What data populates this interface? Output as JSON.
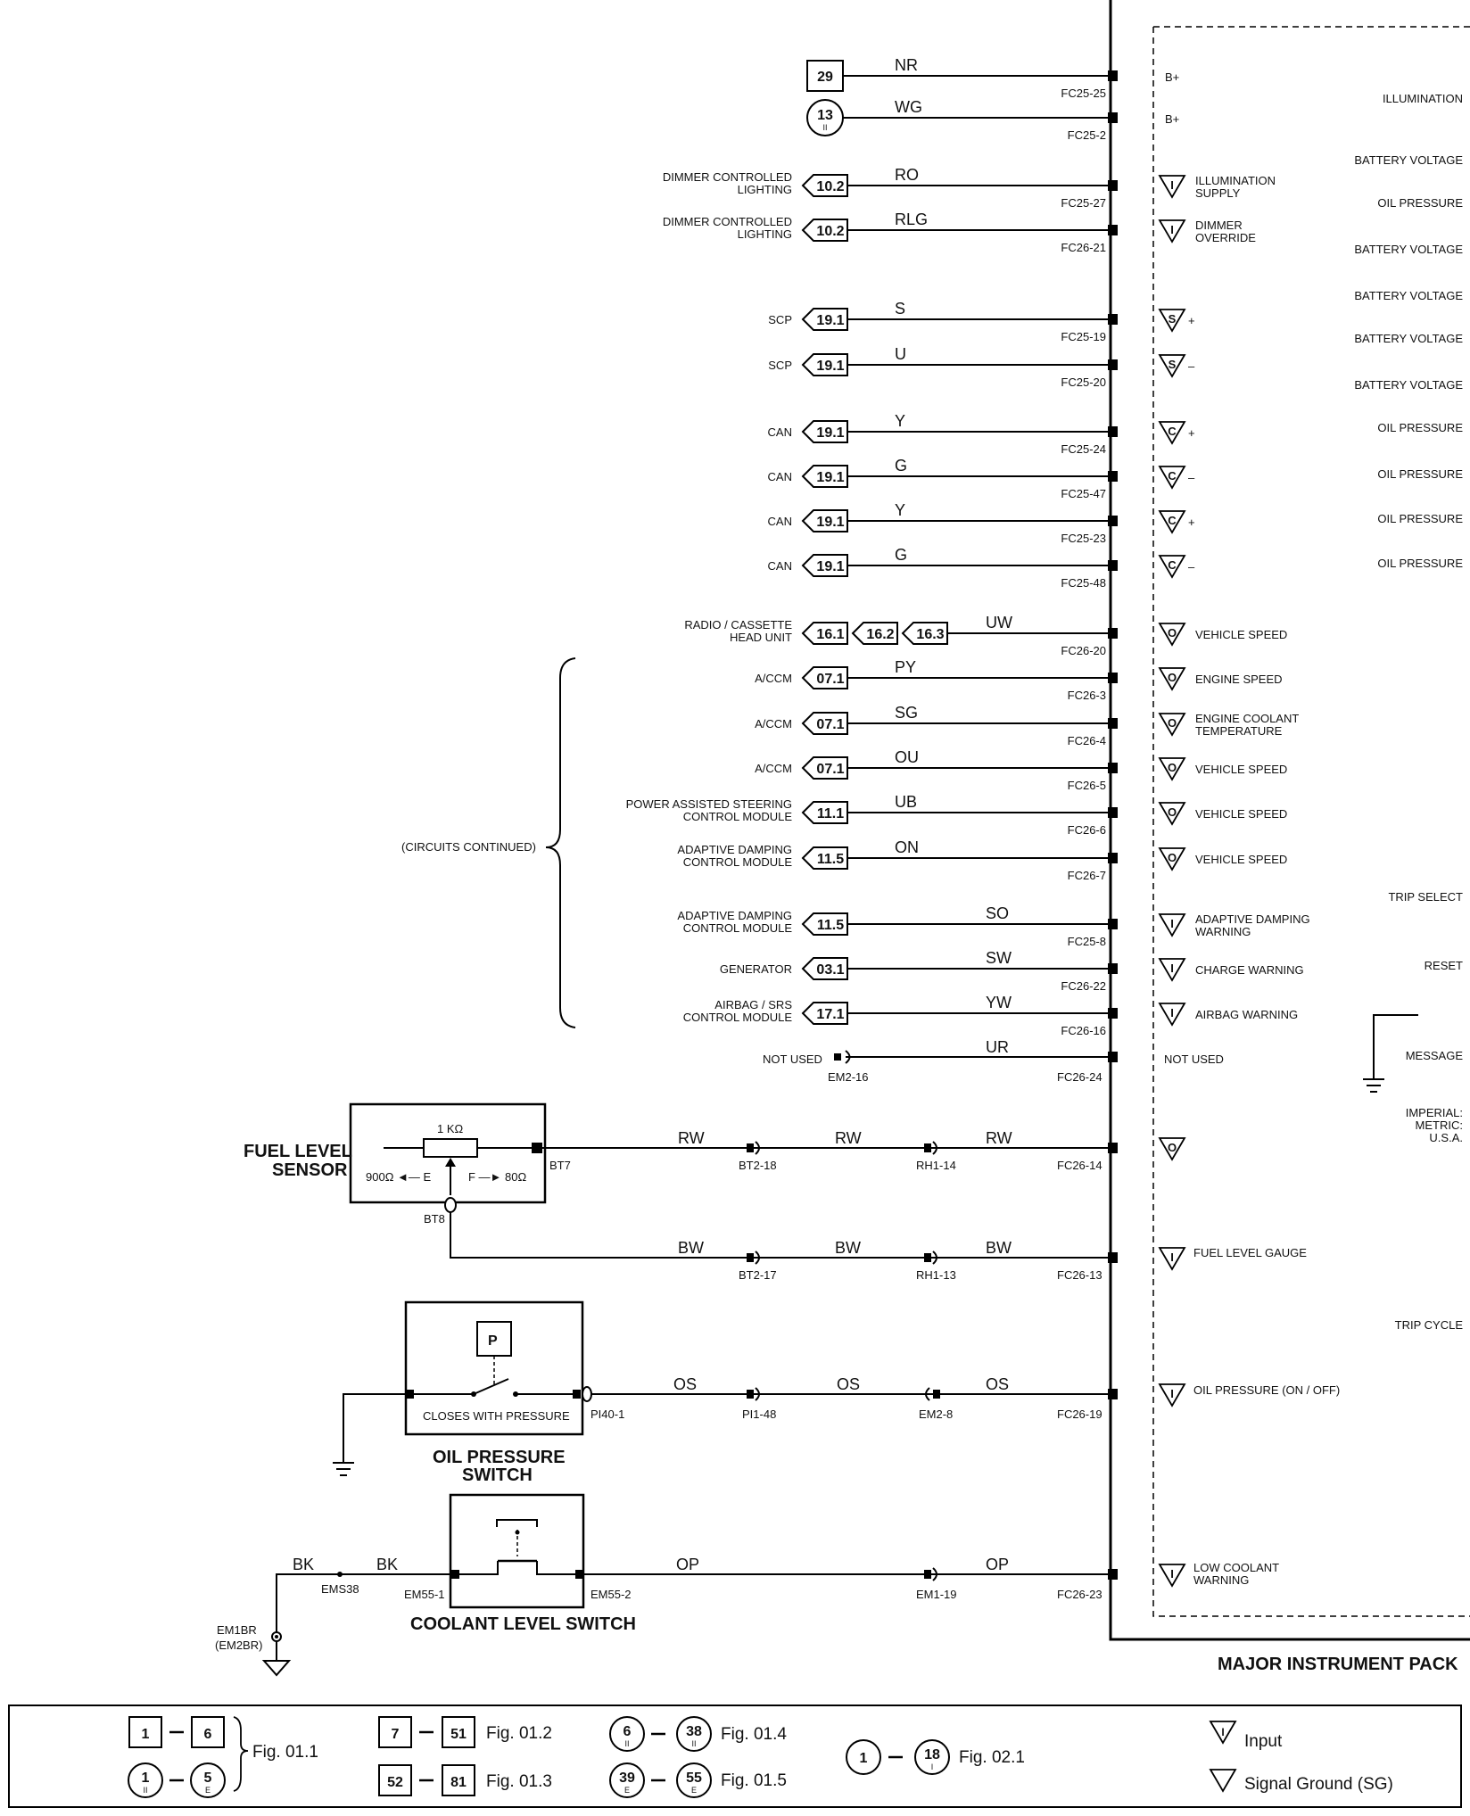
{
  "pack": {
    "title": "MAJOR INSTRUMENT PACK",
    "right_labels": [
      "ILLUMINATION",
      "BATTERY VOLTAGE",
      "OIL PRESSURE",
      "BATTERY VOLTAGE",
      "BATTERY VOLTAGE",
      "BATTERY VOLTAGE",
      "BATTERY VOLTAGE",
      "OIL PRESSURE",
      "OIL PRESSURE",
      "OIL PRESSURE",
      "OIL PRESSURE",
      "TRIP SELECT",
      "RESET",
      "MESSAGE",
      "IMPERIAL:",
      "METRIC:",
      "U.S.A.",
      "TRIP CYCLE"
    ]
  },
  "circuits": [
    {
      "box": "29",
      "box_shape": "square",
      "box_sub": "",
      "wire": "NR",
      "conn": "FC25-25",
      "pin_label": "B+"
    },
    {
      "box": "13",
      "box_shape": "circle",
      "box_sub": "II",
      "wire": "WG",
      "conn": "FC25-2",
      "pin_label": "B+"
    },
    {
      "desc1": "DIMMER CONTROLLED",
      "desc2": "LIGHTING",
      "box": "10.2",
      "wire": "RO",
      "conn": "FC25-27",
      "sym": "I",
      "pin1": "ILLUMINATION",
      "pin2": "SUPPLY"
    },
    {
      "desc1": "DIMMER CONTROLLED",
      "desc2": "LIGHTING",
      "box": "10.2",
      "wire": "RLG",
      "conn": "FC26-21",
      "sym": "I",
      "pin1": "DIMMER",
      "pin2": "OVERRIDE"
    },
    {
      "desc1": "SCP",
      "box": "19.1",
      "wire": "S",
      "conn": "FC25-19",
      "sym": "S",
      "sign": "+"
    },
    {
      "desc1": "SCP",
      "box": "19.1",
      "wire": "U",
      "conn": "FC25-20",
      "sym": "S",
      "sign": "–"
    },
    {
      "desc1": "CAN",
      "box": "19.1",
      "wire": "Y",
      "conn": "FC25-24",
      "sym": "C",
      "sign": "+"
    },
    {
      "desc1": "CAN",
      "box": "19.1",
      "wire": "G",
      "conn": "FC25-47",
      "sym": "C",
      "sign": "–"
    },
    {
      "desc1": "CAN",
      "box": "19.1",
      "wire": "Y",
      "conn": "FC25-23",
      "sym": "C",
      "sign": "+"
    },
    {
      "desc1": "CAN",
      "box": "19.1",
      "wire": "G",
      "conn": "FC25-48",
      "sym": "C",
      "sign": "–"
    },
    {
      "desc1": "RADIO / CASSETTE",
      "desc2": "HEAD UNIT",
      "box": "16.1",
      "box2": "16.2",
      "box3": "16.3",
      "wire": "UW",
      "conn": "FC26-20",
      "sym": "O",
      "pin1": "VEHICLE SPEED"
    },
    {
      "desc1": "A/CCM",
      "box": "07.1",
      "wire": "PY",
      "conn": "FC26-3",
      "sym": "O",
      "pin1": "ENGINE SPEED"
    },
    {
      "desc1": "A/CCM",
      "box": "07.1",
      "wire": "SG",
      "conn": "FC26-4",
      "sym": "O",
      "pin1": "ENGINE COOLANT",
      "pin2": "TEMPERATURE"
    },
    {
      "desc1": "A/CCM",
      "box": "07.1",
      "wire": "OU",
      "conn": "FC26-5",
      "sym": "O",
      "pin1": "VEHICLE SPEED"
    },
    {
      "desc1": "POWER ASSISTED STEERING",
      "desc2": "CONTROL MODULE",
      "box": "11.1",
      "wire": "UB",
      "conn": "FC26-6",
      "sym": "O",
      "pin1": "VEHICLE SPEED"
    },
    {
      "desc1": "ADAPTIVE DAMPING",
      "desc2": "CONTROL MODULE",
      "box": "11.5",
      "wire": "ON",
      "conn": "FC26-7",
      "sym": "O",
      "pin1": "VEHICLE SPEED"
    },
    {
      "desc1": "ADAPTIVE DAMPING",
      "desc2": "CONTROL MODULE",
      "box": "11.5",
      "wire": "SO",
      "conn": "FC25-8",
      "sym": "I",
      "pin1": "ADAPTIVE DAMPING",
      "pin2": "WARNING"
    },
    {
      "desc1": "GENERATOR",
      "box": "03.1",
      "wire": "SW",
      "conn": "FC26-22",
      "sym": "I",
      "pin1": "CHARGE WARNING"
    },
    {
      "desc1": "AIRBAG / SRS",
      "desc2": "CONTROL MODULE",
      "box": "17.1",
      "wire": "YW",
      "conn": "FC26-16",
      "sym": "I",
      "pin1": "AIRBAG WARNING"
    }
  ],
  "circuits_continued": "(CIRCUITS CONTINUED)",
  "not_used": {
    "left": "NOT USED",
    "conn_left": "EM2-16",
    "wire": "UR",
    "conn": "FC26-24",
    "pin": "NOT USED"
  },
  "fuel": {
    "title1": "FUEL LEVEL",
    "title2": "SENSOR",
    "res": "1 KΩ",
    "e_label": "900Ω ◄— E",
    "f_label": "F —► 80Ω",
    "bt7": "BT7",
    "bt8": "BT8",
    "w1": "RW",
    "w2": "RW",
    "w3": "RW",
    "c1": "BT2-18",
    "c2": "RH1-14",
    "c3": "FC26-14",
    "bw1": "BW",
    "bw2": "BW",
    "bw3": "BW",
    "d1": "BT2-17",
    "d2": "RH1-13",
    "d3": "FC26-13",
    "pin_gauge": "FUEL LEVEL GAUGE"
  },
  "oil": {
    "title1": "OIL PRESSURE",
    "title2": "SWITCH",
    "p": "P",
    "closes": "CLOSES WITH PRESSURE",
    "c0": "PI40-1",
    "w1": "OS",
    "c1": "PI1-48",
    "w2": "OS",
    "c2": "EM2-8",
    "w3": "OS",
    "c3": "FC26-19",
    "pin": "OIL PRESSURE (ON / OFF)"
  },
  "coolant": {
    "title": "COOLANT LEVEL SWITCH",
    "bk1": "BK",
    "bk2": "BK",
    "ems": "EMS38",
    "em1br": "EM1BR",
    "em2br": "(EM2BR)",
    "c_left": "EM55-1",
    "c_right": "EM55-2",
    "w1": "OP",
    "c1": "EM1-19",
    "w2": "OP",
    "c2": "FC26-23",
    "pin1": "LOW COOLANT",
    "pin2": "WARNING"
  },
  "legend": {
    "a1": "1",
    "a2": "6",
    "b1": "1",
    "b1s": "II",
    "b2": "5",
    "b2s": "E",
    "fig11": "Fig. 01.1",
    "c1": "7",
    "c2": "51",
    "fig12": "Fig. 01.2",
    "d1": "52",
    "d2": "81",
    "fig13": "Fig. 01.3",
    "e1": "6",
    "e1s": "II",
    "e2": "38",
    "e2s": "II",
    "fig14": "Fig. 01.4",
    "f1": "39",
    "f1s": "E",
    "f2": "55",
    "f2s": "E",
    "fig15": "Fig. 01.5",
    "g1": "1",
    "g2": "18",
    "g2s": "I",
    "fig21": "Fig. 02.1",
    "input": "Input",
    "sg": "Signal Ground (SG)"
  }
}
